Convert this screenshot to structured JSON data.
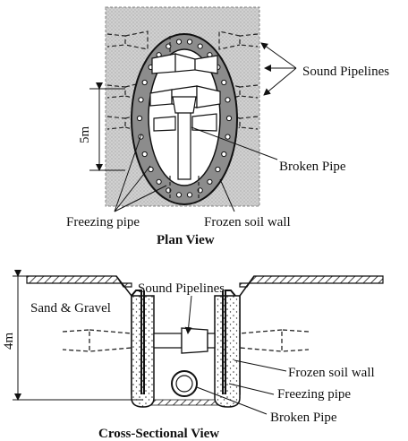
{
  "plan_view": {
    "title": "Plan View",
    "dimension_label": "5m",
    "labels": {
      "sound_pipelines": "Sound Pipelines",
      "broken_pipe": "Broken Pipe",
      "freezing_pipe": "Freezing pipe",
      "frozen_soil_wall": "Frozen soil wall"
    }
  },
  "cross_section": {
    "title": "Cross-Sectional View",
    "dimension_label": "4m",
    "labels": {
      "sand_gravel": "Sand & Gravel",
      "sound_pipelines": "Sound Pipelines",
      "frozen_soil_wall": "Frozen soil wall",
      "freezing_pipe": "Freezing pipe",
      "broken_pipe": "Broken Pipe"
    }
  },
  "colors": {
    "soil_fill": "#d4d4d4",
    "wall_fill": "#8c8c8c",
    "ink": "#111111"
  }
}
